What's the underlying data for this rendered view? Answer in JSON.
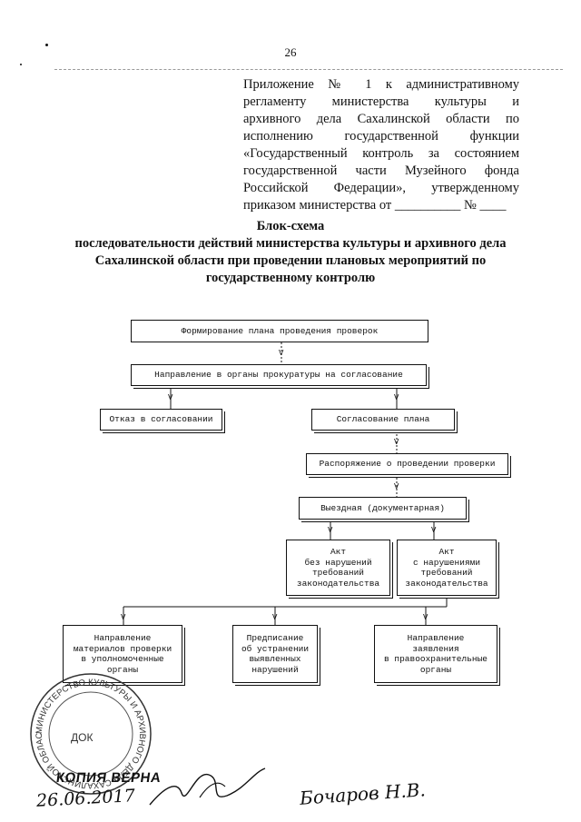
{
  "page_number": "26",
  "appendix_lines": [
    "Приложение № 1 к административному",
    "регламенту министерства культуры и",
    "архивного дела Сахалинской области по",
    "исполнению государственной функции",
    "«Государственный контроль за состоянием",
    "государственной части Музейного фонда",
    "Российской Федерации», утвержденному",
    "приказом министерства от __________ № ____"
  ],
  "title": {
    "line1": "Блок-схема",
    "line2": "последовательности действий министерства культуры и архивного дела",
    "line3": "Сахалинской области при проведении плановых мероприятий по",
    "line4": "государственному контролю"
  },
  "flow": {
    "plan": [
      "Формирование плана проведения проверок"
    ],
    "prosecutor": [
      "Направление в органы прокуратуры на согласование"
    ],
    "refusal": [
      "Отказ в согласовании"
    ],
    "approval": [
      "Согласование плана"
    ],
    "order": [
      "Распоряжение о проведении проверки"
    ],
    "onsite": [
      "Выездная (документарная)"
    ],
    "act_ok": [
      "Акт",
      "без нарушений",
      "требований",
      "законодательства"
    ],
    "act_viol": [
      "Акт",
      "с нарушениями",
      "требований",
      "законодательства"
    ],
    "send_materials": [
      "Направление",
      "материалов проверки",
      "в уполномоченные",
      "органы"
    ],
    "prescription": [
      "Предписание",
      "об устранении",
      "выявленных",
      "нарушений"
    ],
    "send_statement": [
      "Направление",
      "заявления",
      "в правоохранительные",
      "органы"
    ],
    "arrow_glyph": "V"
  },
  "stamp": {
    "ring_text": "МИНИСТЕРСТВО КУЛЬТУРЫ И АРХИВНОГО ДЕЛА САХАЛИНСКОЙ ОБЛАСТИ",
    "inner_text": "ДОК",
    "copy_true": "КОПИЯ ВЕРНА",
    "date": "26.06.2017",
    "signature_name": "Бочаров Н.В."
  }
}
